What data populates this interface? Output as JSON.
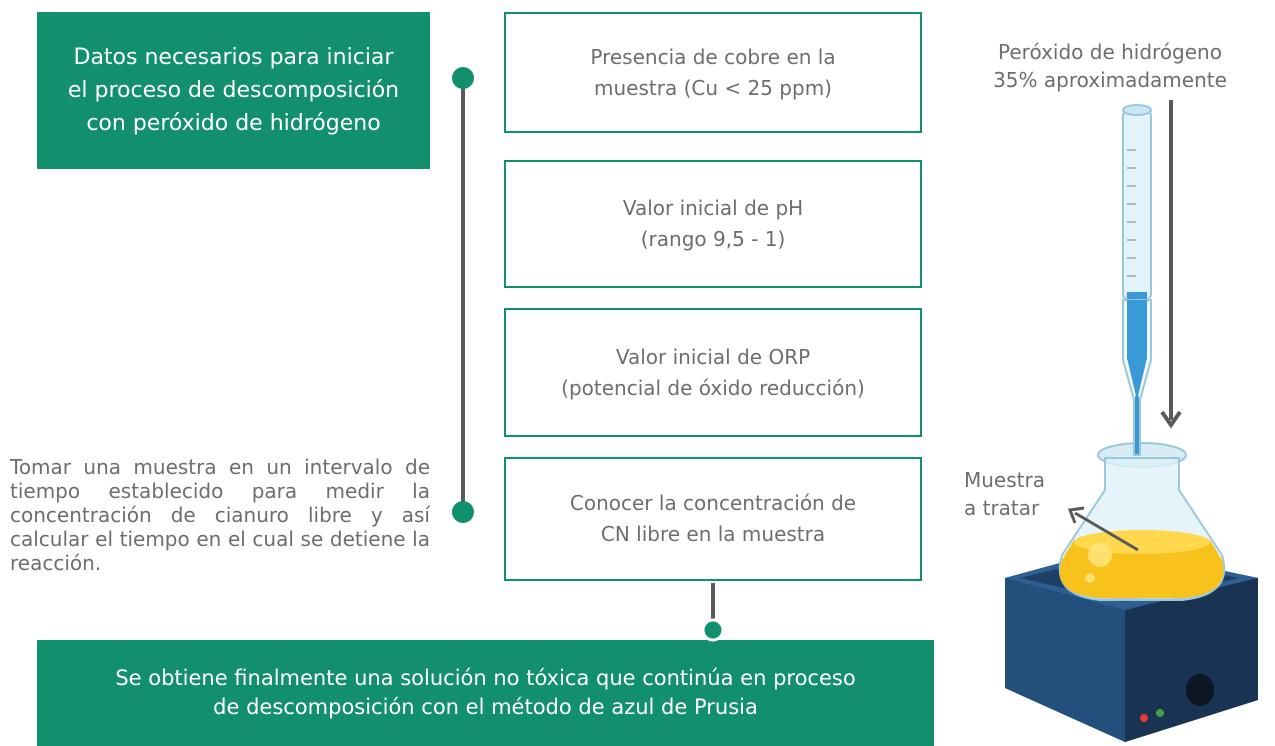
{
  "header": {
    "intro": "Datos necesarios para iniciar\nel proceso de descomposición\ncon peróxido de hidrógeno"
  },
  "steps": [
    {
      "text": "Presencia de cobre en la\nmuestra (Cu < 25 ppm)"
    },
    {
      "text": "Valor inicial de pH\n(rango 9,5 - 1)"
    },
    {
      "text": "Valor inicial de ORP\n(potencial de óxido reducción)"
    },
    {
      "text": "Conocer la concentración de\nCN libre en la muestra"
    }
  ],
  "side_note": "Tomar una muestra en un intervalo de tiempo establecido para medir la concentración de cianuro libre y así calcular el tiempo en el cual se detiene la reacción.",
  "result": "Se obtiene finalmente una solución no tóxica que continúa en proceso\nde descomposición con el método de azul de Prusia",
  "illustration": {
    "reagent_label": "Peróxido de hidrógeno\n35% aproximadamente",
    "sample_label": "Muestra\na tratar"
  },
  "colors": {
    "brand_green": "#128f6d",
    "text_gray": "#6d6e71",
    "connector_gray": "#58595b",
    "solution_yellow": "#f6c21b",
    "hotplate_blue": "#1f3f66"
  }
}
